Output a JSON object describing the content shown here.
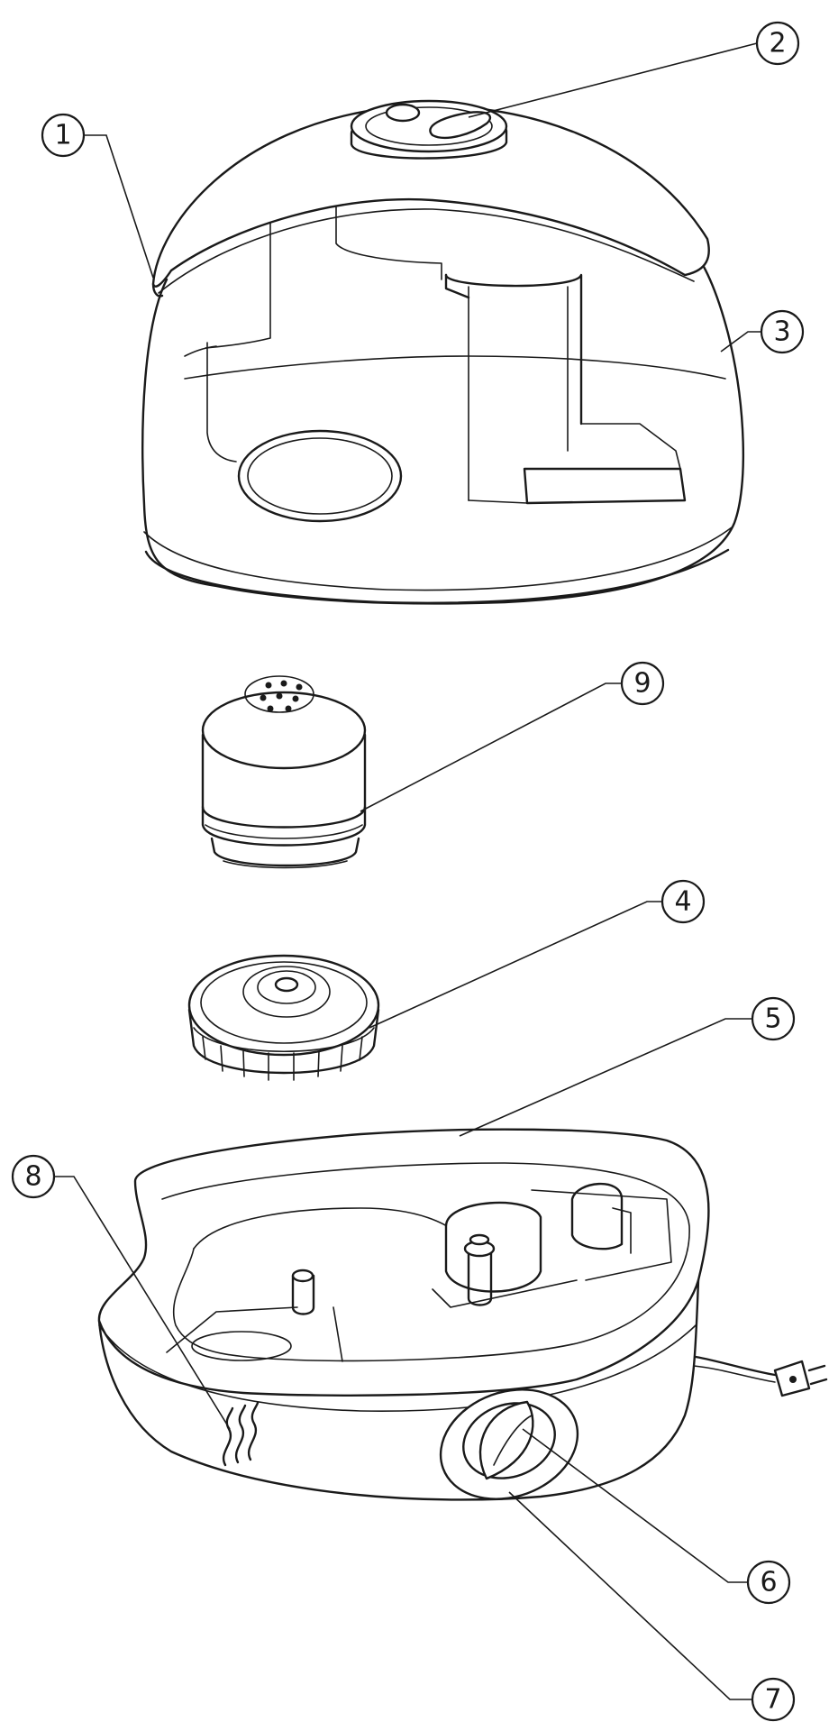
{
  "callouts": [
    {
      "id": "1",
      "label": "1",
      "part": "lid"
    },
    {
      "id": "2",
      "label": "2",
      "part": "mist-nozzle"
    },
    {
      "id": "3",
      "label": "3",
      "part": "water-tank"
    },
    {
      "id": "4",
      "label": "4",
      "part": "tank-cap"
    },
    {
      "id": "5",
      "label": "5",
      "part": "base-reservoir"
    },
    {
      "id": "6",
      "label": "6",
      "part": "control-knob"
    },
    {
      "id": "7",
      "label": "7",
      "part": "knob-bezel"
    },
    {
      "id": "8",
      "label": "8",
      "part": "mist-indicator"
    },
    {
      "id": "9",
      "label": "9",
      "part": "filter-cartridge"
    }
  ],
  "colors": {
    "line": "#1a1a1a",
    "background": "#ffffff"
  }
}
